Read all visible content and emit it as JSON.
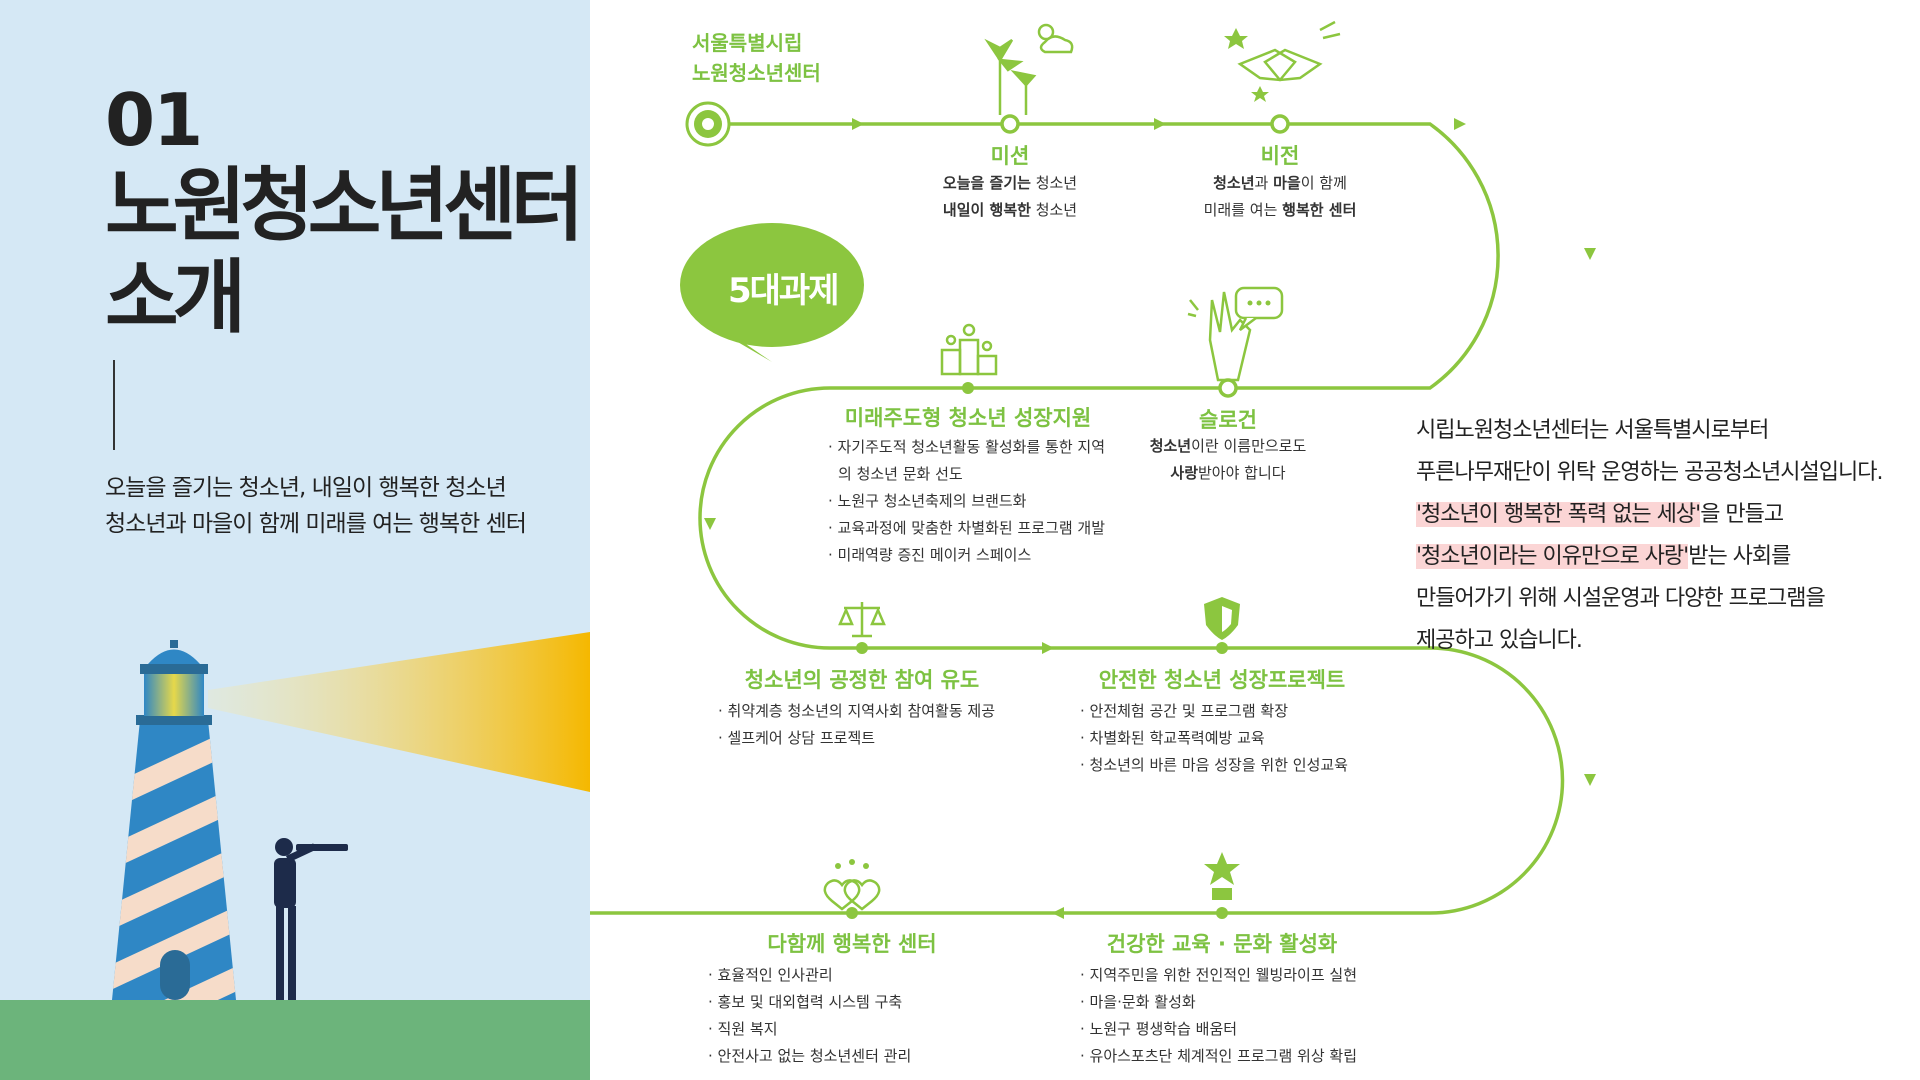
{
  "section": {
    "number": "01",
    "title_line1": "노원청소년센터",
    "title_line2": "소개",
    "tagline_line1": "오늘을 즐기는 청소년, 내일이 행복한 청소년",
    "tagline_line2": "청소년과 마을이 함께 미래를 여는 행복한 센터"
  },
  "roadmap": {
    "origin_line1": "서울특별시립",
    "origin_line2": "노원청소년센터",
    "badge": "5대과제",
    "mission": {
      "title": "미션",
      "line1_bold": "오늘을 즐기는",
      "line1_rest": " 청소년",
      "line2_bold": "내일이 행복한",
      "line2_rest": " 청소년"
    },
    "vision": {
      "title": "비전",
      "line1_b1": "청소년",
      "line1_m": "과 ",
      "line1_b2": "마을",
      "line1_rest": "이 함께",
      "line2_pre": "미래를 여는 ",
      "line2_bold": "행복한 센터"
    },
    "slogan": {
      "title": "슬로건",
      "line1_bold": "청소년",
      "line1_rest": "이란 이름만으로도",
      "line2_bold": "사랑",
      "line2_rest": "받아야 합니다"
    },
    "task1": {
      "title": "미래주도형 청소년 성장지원",
      "items": [
        "· 자기주도적 청소년활동 활성화를 통한 지역",
        "  의 청소년 문화 선도",
        "· 노원구 청소년축제의 브랜드화",
        "· 교육과정에 맞춤한 차별화된 프로그램 개발",
        "· 미래역량 증진 메이커 스페이스"
      ]
    },
    "task2": {
      "title": "청소년의 공정한 참여 유도",
      "items": [
        "· 취약계층 청소년의 지역사회 참여활동 제공",
        "· 셀프케어 상담 프로젝트"
      ]
    },
    "task3": {
      "title": "안전한 청소년 성장프로젝트",
      "items": [
        "· 안전체험 공간 및 프로그램 확장",
        "· 차별화된 학교폭력예방 교육",
        "· 청소년의 바른 마음 성장을 위한 인성교육"
      ]
    },
    "task4": {
      "title": "건강한 교육 · 문화 활성화",
      "items": [
        "· 지역주민을 위한 전인적인 웰빙라이프 실현",
        "· 마을·문화 활성화",
        "· 노원구 평생학습 배움터",
        "· 유아스포츠단 체계적인 프로그램 위상 확립"
      ]
    },
    "task5": {
      "title": "다함께 행복한 센터",
      "items": [
        "· 효율적인 인사관리",
        "· 홍보 및 대외협력 시스템 구축",
        "· 직원 복지",
        "· 안전사고 없는 청소년센터 관리"
      ]
    }
  },
  "intro": {
    "line1": "시립노원청소년센터는 서울특별시로부터",
    "line2": "푸른나무재단이 위탁 운영하는 공공청소년시설입니다.",
    "line3_hl": "'청소년이 행복한 폭력 없는 세상'",
    "line3_rest": "을 만들고",
    "line4_hl": "'청소년이라는 이유만으로 사랑'",
    "line4_rest": "받는 사회를",
    "line5": "만들어가기 위해 시설운영과 다양한 프로그램을",
    "line6": "제공하고 있습니다."
  },
  "colors": {
    "accent_green": "#7dc242",
    "left_bg": "#d5e8f5",
    "grass": "#6cb47b",
    "highlight": "#fbd5d5",
    "beam": "#f5b800"
  }
}
